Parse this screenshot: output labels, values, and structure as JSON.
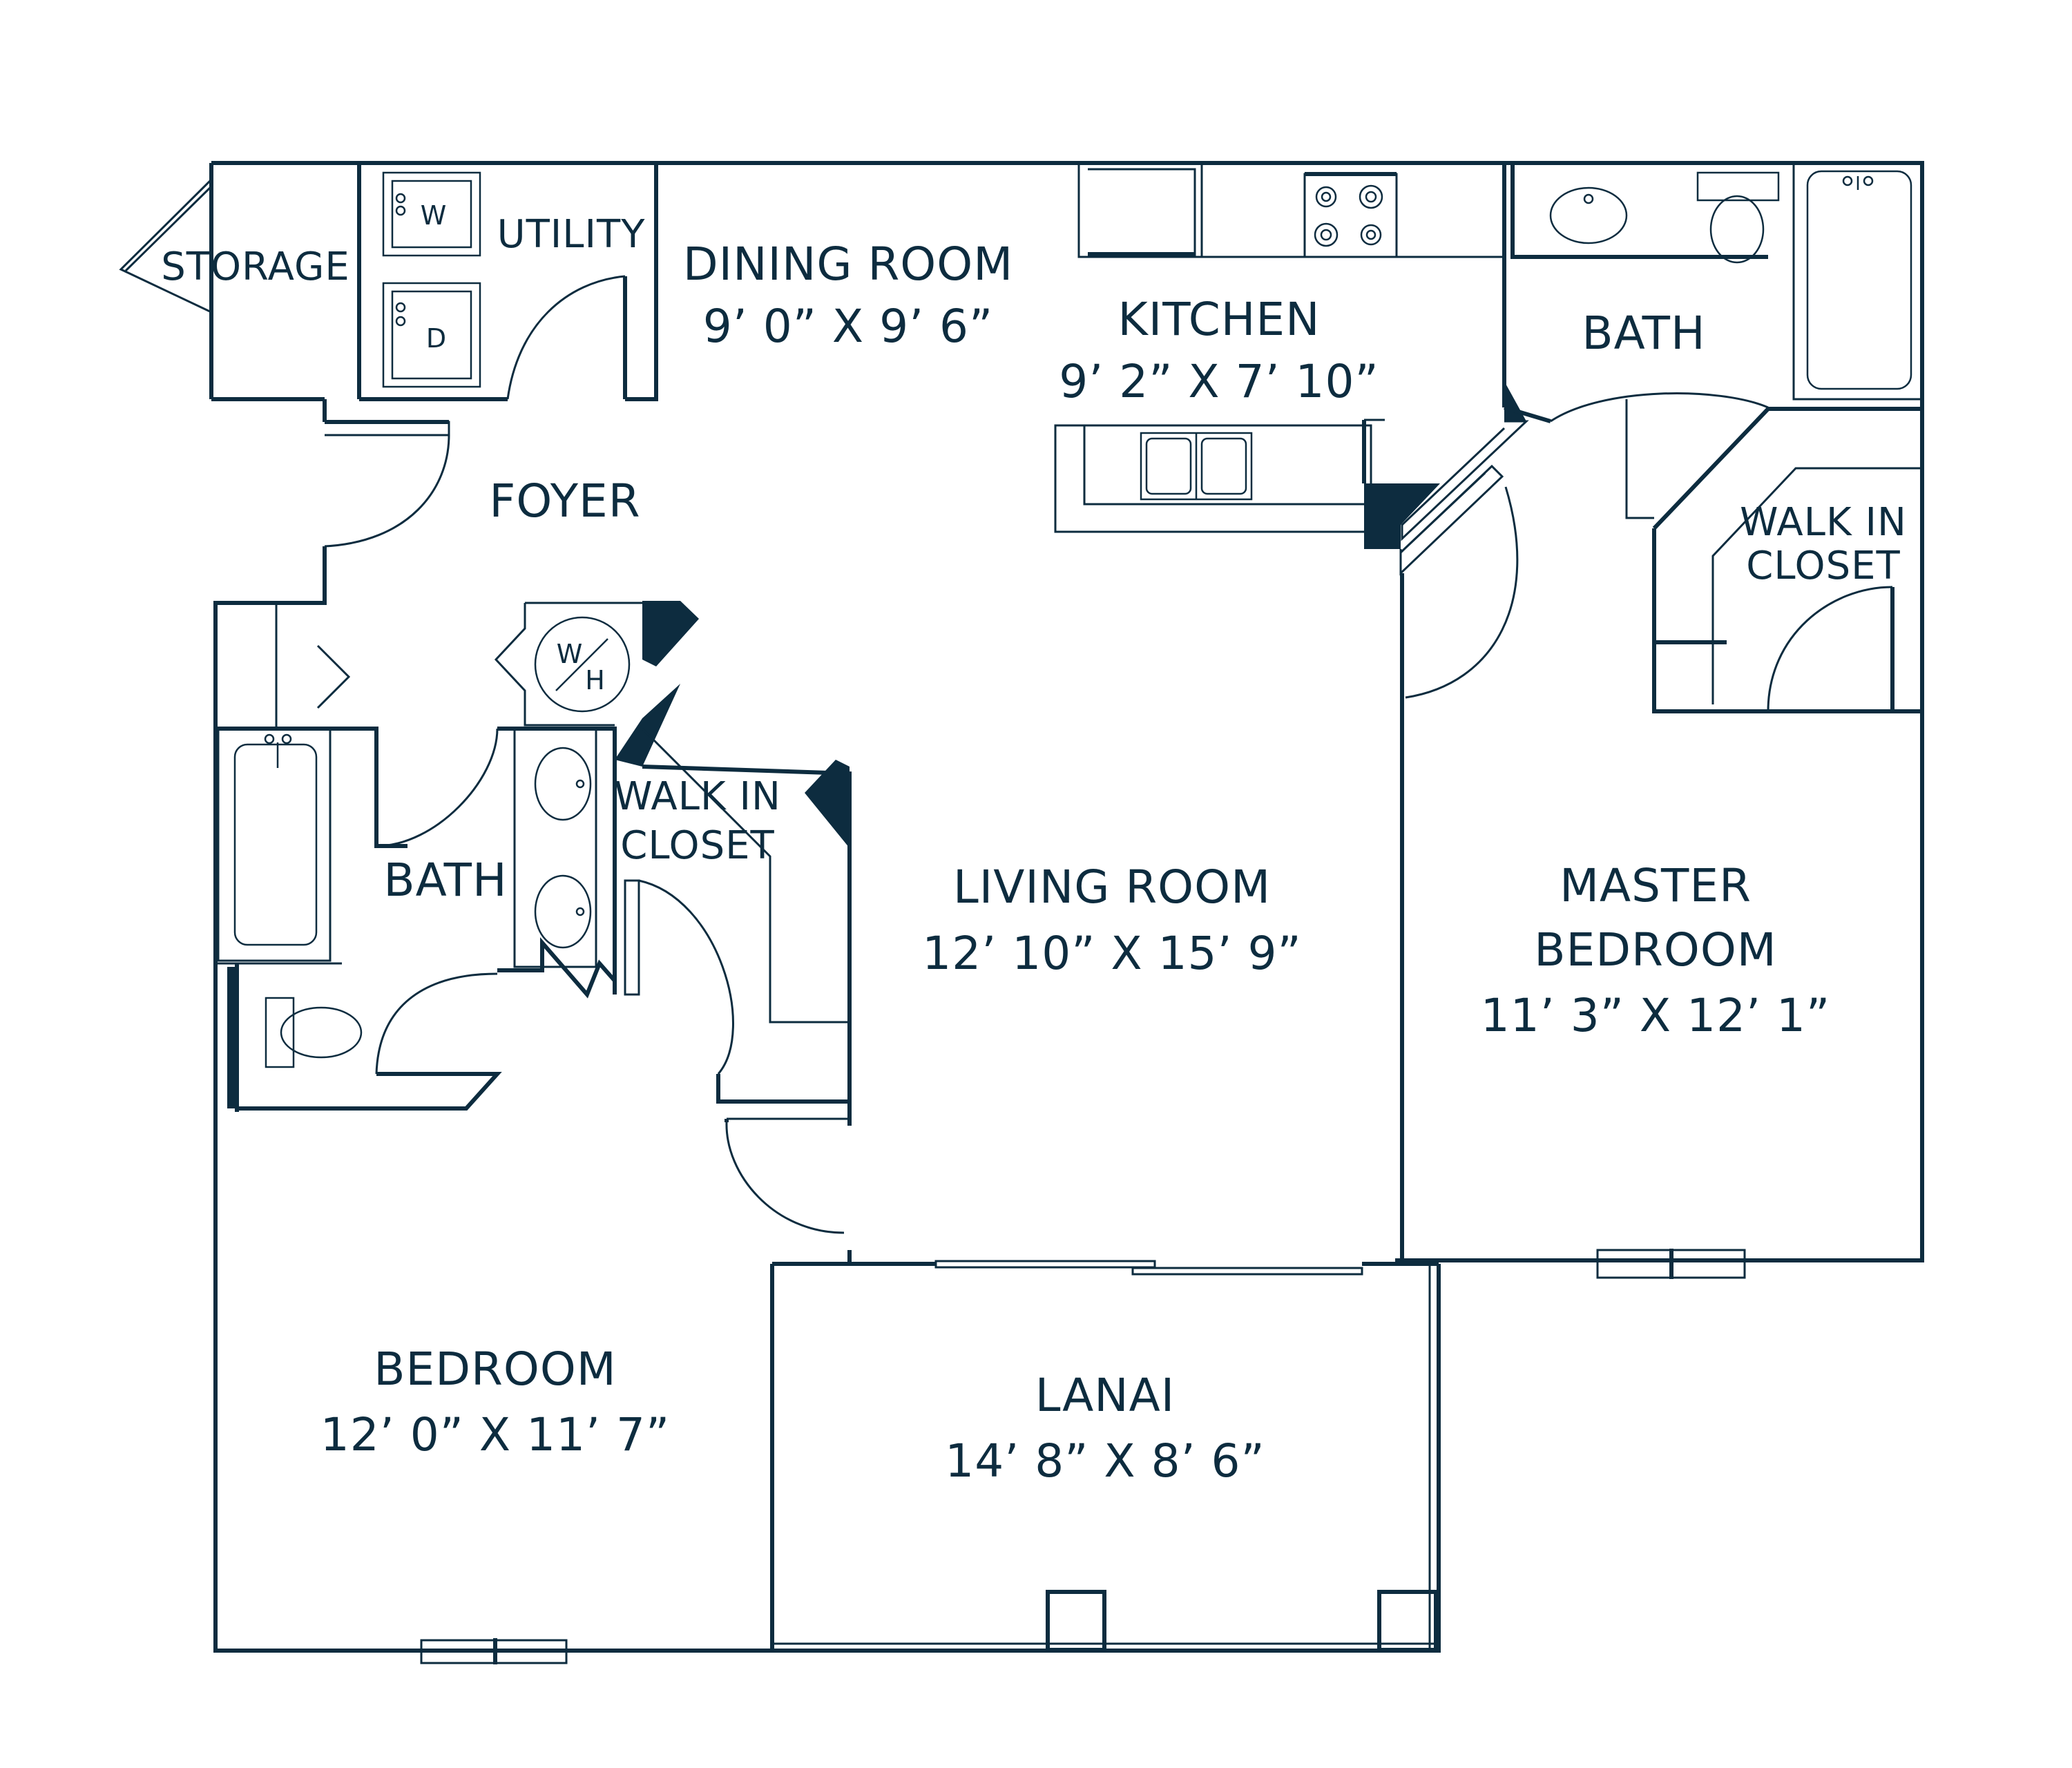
{
  "plan": {
    "colors": {
      "ink": "#0d2c3f",
      "background": "#ffffff"
    },
    "rooms": {
      "storage": {
        "name": "STORAGE"
      },
      "utility": {
        "name": "UTILITY"
      },
      "dining": {
        "name": "DINING ROOM",
        "size": "9’ 0” X 9’ 6”"
      },
      "kitchen": {
        "name": "KITCHEN",
        "size": "9’ 2” X 7’ 10”"
      },
      "master_bath": {
        "name": "BATH"
      },
      "foyer": {
        "name": "FOYER"
      },
      "master_closet": {
        "name_line1": "WALK IN",
        "name_line2": "CLOSET"
      },
      "closet": {
        "name_line1": "WALK IN",
        "name_line2": "CLOSET"
      },
      "bath": {
        "name": "BATH"
      },
      "living": {
        "name": "LIVING ROOM",
        "size": "12’ 10” X 15’ 9”"
      },
      "master_bedroom": {
        "name_line1": "MASTER",
        "name_line2": "BEDROOM",
        "size": "11’ 3” X 12’ 1”"
      },
      "bedroom": {
        "name": "BEDROOM",
        "size": "12’ 0” X 11’ 7”"
      },
      "lanai": {
        "name": "LANAI",
        "size": "14’ 8” X 8’ 6”"
      }
    },
    "appliances": {
      "washer": "W",
      "dryer": "D",
      "water_heater_top": "W",
      "water_heater_bottom": "H"
    }
  }
}
